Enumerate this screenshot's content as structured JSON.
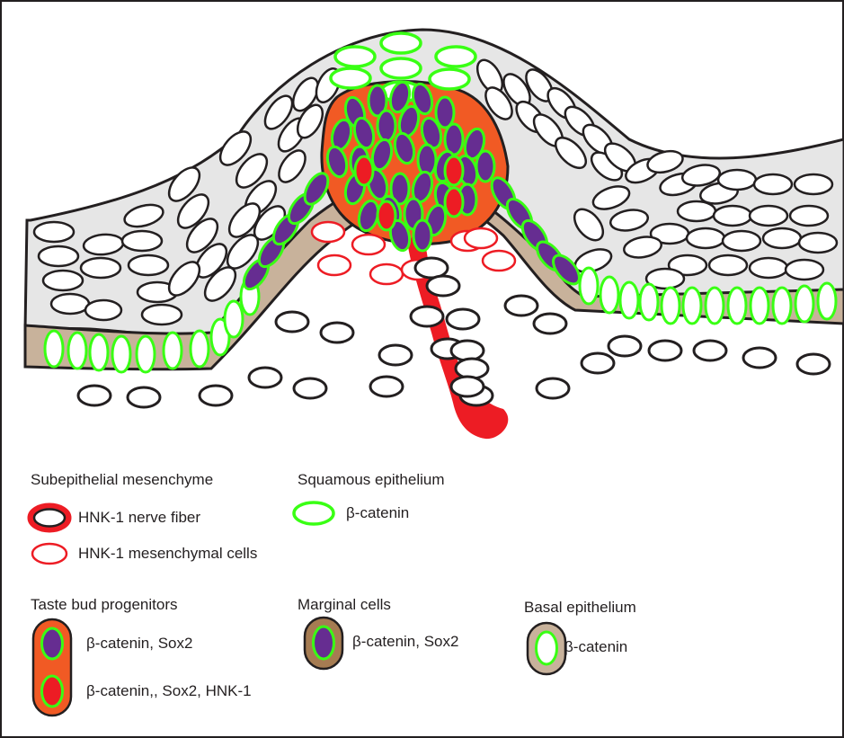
{
  "colors": {
    "epithelium_fill": "#e6e6e6",
    "basal_layer_fill": "#c8b29b",
    "marginal_fill": "#a67c52",
    "taste_bud_fill": "#f15a24",
    "progenitor_nucleus": "#662d91",
    "hnk1_red": "#ed1c24",
    "beta_catenin_green": "#39ff14",
    "nucleus_white": "#ffffff",
    "outline": "#231f20"
  },
  "legend": {
    "subepithelial": {
      "title": "Subepithelial mesenchyme",
      "nerve_fiber": "HNK-1 nerve fiber",
      "mesenchymal_cells": "HNK-1 mesenchymal cells"
    },
    "squamous": {
      "title": "Squamous epithelium",
      "marker": "β-catenin"
    },
    "taste_bud": {
      "title": "Taste bud progenitors",
      "row1": "β-catenin, Sox2",
      "row2": "β-catenin,, Sox2, HNK-1"
    },
    "marginal": {
      "title": "Marginal cells",
      "marker": "β-catenin, Sox2"
    },
    "basal": {
      "title": "Basal epithelium",
      "marker": "β-catenin"
    }
  }
}
